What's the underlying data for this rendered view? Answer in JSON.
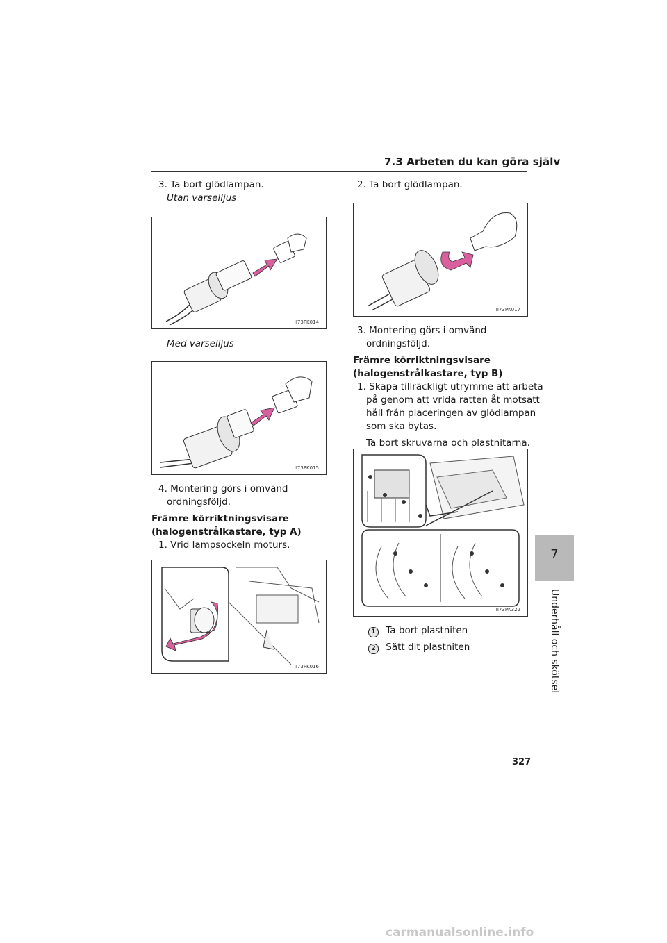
{
  "header": {
    "section_title": "7.3  Arbeten du kan göra själv"
  },
  "side_tab": {
    "chapter_number": "7",
    "chapter_title": "Underhåll och skötsel"
  },
  "left_column": {
    "step3": "3. Ta bort glödlampan.",
    "sub_without": "Utan varselljus",
    "fig1_code": "II73PK014",
    "sub_with": "Med varselljus",
    "fig2_code": "II73PK015",
    "step4_line1": "4. Montering görs i omvänd",
    "step4_line2": "ordningsföljd.",
    "heading_a_line1": "Främre körriktningsvisare",
    "heading_a_line2": "(halogenstrålkastare, typ A)",
    "step1_a": "1. Vrid lampsockeln moturs.",
    "fig3_code": "II73PK016"
  },
  "right_column": {
    "step2": "2. Ta bort glödlampan.",
    "fig4_code": "II73PK017",
    "step3_line1": "3. Montering görs i omvänd",
    "step3_line2": "ordningsföljd.",
    "heading_b_line1": "Främre körriktningsvisare",
    "heading_b_line2": "(halogenstrålkastare, typ B)",
    "step1_b_lines": [
      "1. Skapa tillräckligt utrymme att arbeta",
      "på genom att vrida ratten åt motsatt",
      "håll från placeringen av glödlampan",
      "som ska bytas."
    ],
    "step1_b_extra": "Ta bort skruvarna och plastnitarna.",
    "fig5_code": "II73PK322",
    "callouts": [
      {
        "number": "1",
        "label": "Ta bort plastniten"
      },
      {
        "number": "2",
        "label": "Sätt dit plastniten"
      }
    ]
  },
  "footer": {
    "page_number": "327",
    "watermark": "carmanualsonline.info"
  },
  "colors": {
    "arrow_pink": "#d95f9e",
    "tab_gray": "#b9b9b9",
    "line_dark": "#333333"
  }
}
